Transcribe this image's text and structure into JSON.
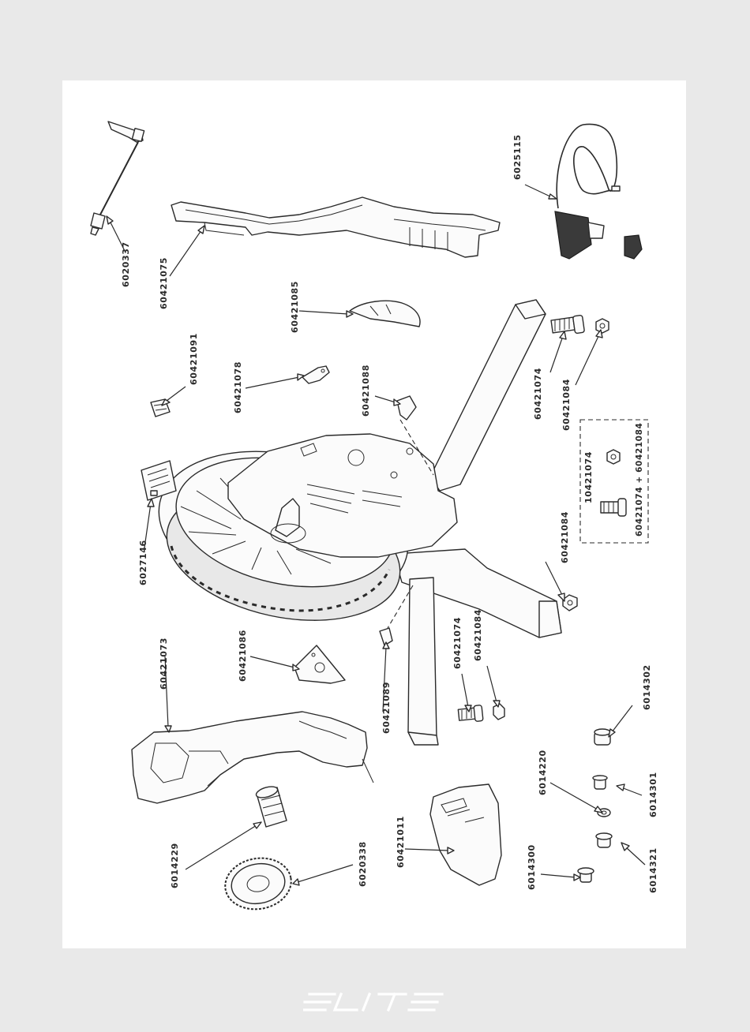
{
  "brand": {
    "name": "ELITE",
    "color": "#ffffff"
  },
  "colors": {
    "background": "#e9e9e9",
    "sheet": "#ffffff",
    "ink": "#2a2a2a"
  },
  "parts": {
    "p6020337": "6020337",
    "p60421075": "60421075",
    "p6025115": "6025115",
    "p60421085": "60421085",
    "p60421091": "60421091",
    "p60421078": "60421078",
    "p60421088": "60421088",
    "p60421074_top": "60421074",
    "p60421084_top": "60421084",
    "p10421074": "10421074",
    "kit_formula": "60421074 + 60421084",
    "p6027146": "6027146",
    "p60421084_mid": "60421084",
    "p60421073": "60421073",
    "p60421086": "60421086",
    "p60421089": "60421089",
    "p60421074_low": "60421074",
    "p60421084_low": "60421084",
    "p6014302": "6014302",
    "p6014229": "6014229",
    "p6020338": "6020338",
    "p60421011": "60421011",
    "p6014220": "6014220",
    "p6014301": "6014301",
    "p6014300": "6014300",
    "p6014321": "6014321"
  }
}
